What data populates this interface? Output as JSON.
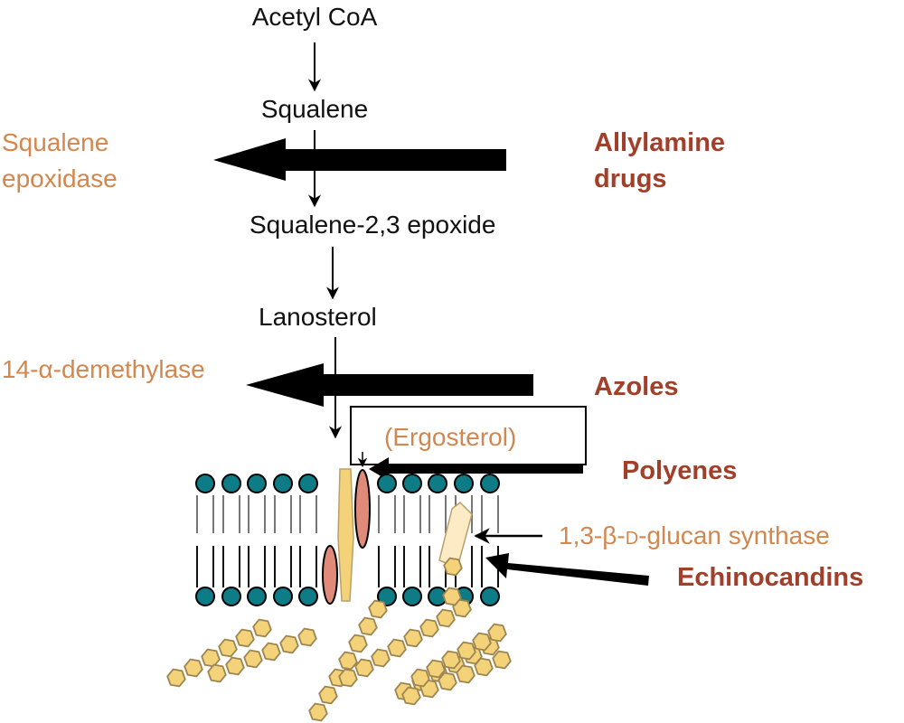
{
  "title": "Antifungal drug targets in ergosterol biosynthesis and cell wall synthesis",
  "colors": {
    "pathway_text": "#111111",
    "enzyme_text": "#d2874e",
    "drug_text": "#a23f2a",
    "lipid_head": "#0e7c86",
    "sterol": "#e08a7a",
    "glucan": "#f3d27a",
    "glucan_stroke": "#9c8550",
    "synthase": "#fcebc4",
    "pore": "#f3d27a"
  },
  "pathway": {
    "steps": [
      "Acetyl CoA",
      "Squalene",
      "Squalene-2,3 epoxide",
      "Lanosterol"
    ],
    "product": "(Ergosterol)"
  },
  "enzymes": {
    "squalene_epoxidase": [
      "Squalene",
      "epoxidase"
    ],
    "demethylase": "14-α-demethylase",
    "glucan_synthase": {
      "prefix": "1,3-β-",
      "d": "D",
      "suffix": "-glucan synthase"
    }
  },
  "drugs": {
    "allylamine": [
      "Allylamine",
      "drugs"
    ],
    "azoles": "Azoles",
    "polyenes": "Polyenes",
    "echinocandins": "Echinocandins"
  },
  "membrane": {
    "left_lipid_count": 5,
    "right_lipid_count": 5
  },
  "glucan_chains": [
    {
      "start": [
        195,
        750
      ],
      "count": 6
    },
    {
      "start": [
        240,
        745
      ],
      "count": 6
    },
    {
      "start": [
        352,
        788
      ],
      "count": 7
    },
    {
      "start": [
        385,
        750
      ],
      "count": 8
    },
    {
      "start": [
        447,
        765
      ],
      "count": 6
    },
    {
      "start": [
        455,
        770
      ],
      "count": 6
    },
    {
      "start": [
        465,
        750
      ],
      "count": 6
    }
  ]
}
